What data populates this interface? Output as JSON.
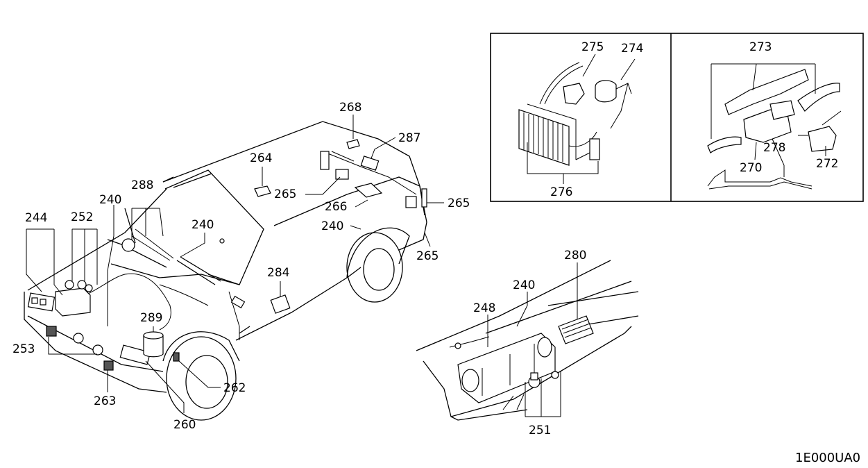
{
  "diagram": {
    "code": "1E000UA0",
    "labels": {
      "p240a": "240",
      "p240b": "240",
      "p240c": "240",
      "p240d": "240",
      "p244": "244",
      "p248": "248",
      "p251": "251",
      "p252": "252",
      "p253": "253",
      "p260": "260",
      "p262": "262",
      "p263": "263",
      "p264": "264",
      "p265a": "265",
      "p265b": "265",
      "p265c": "265",
      "p266": "266",
      "p268": "268",
      "p270": "270",
      "p272": "272",
      "p273": "273",
      "p274": "274",
      "p275": "275",
      "p276": "276",
      "p278": "278",
      "p280": "280",
      "p284": "284",
      "p287": "287",
      "p288": "288",
      "p289": "289"
    }
  }
}
